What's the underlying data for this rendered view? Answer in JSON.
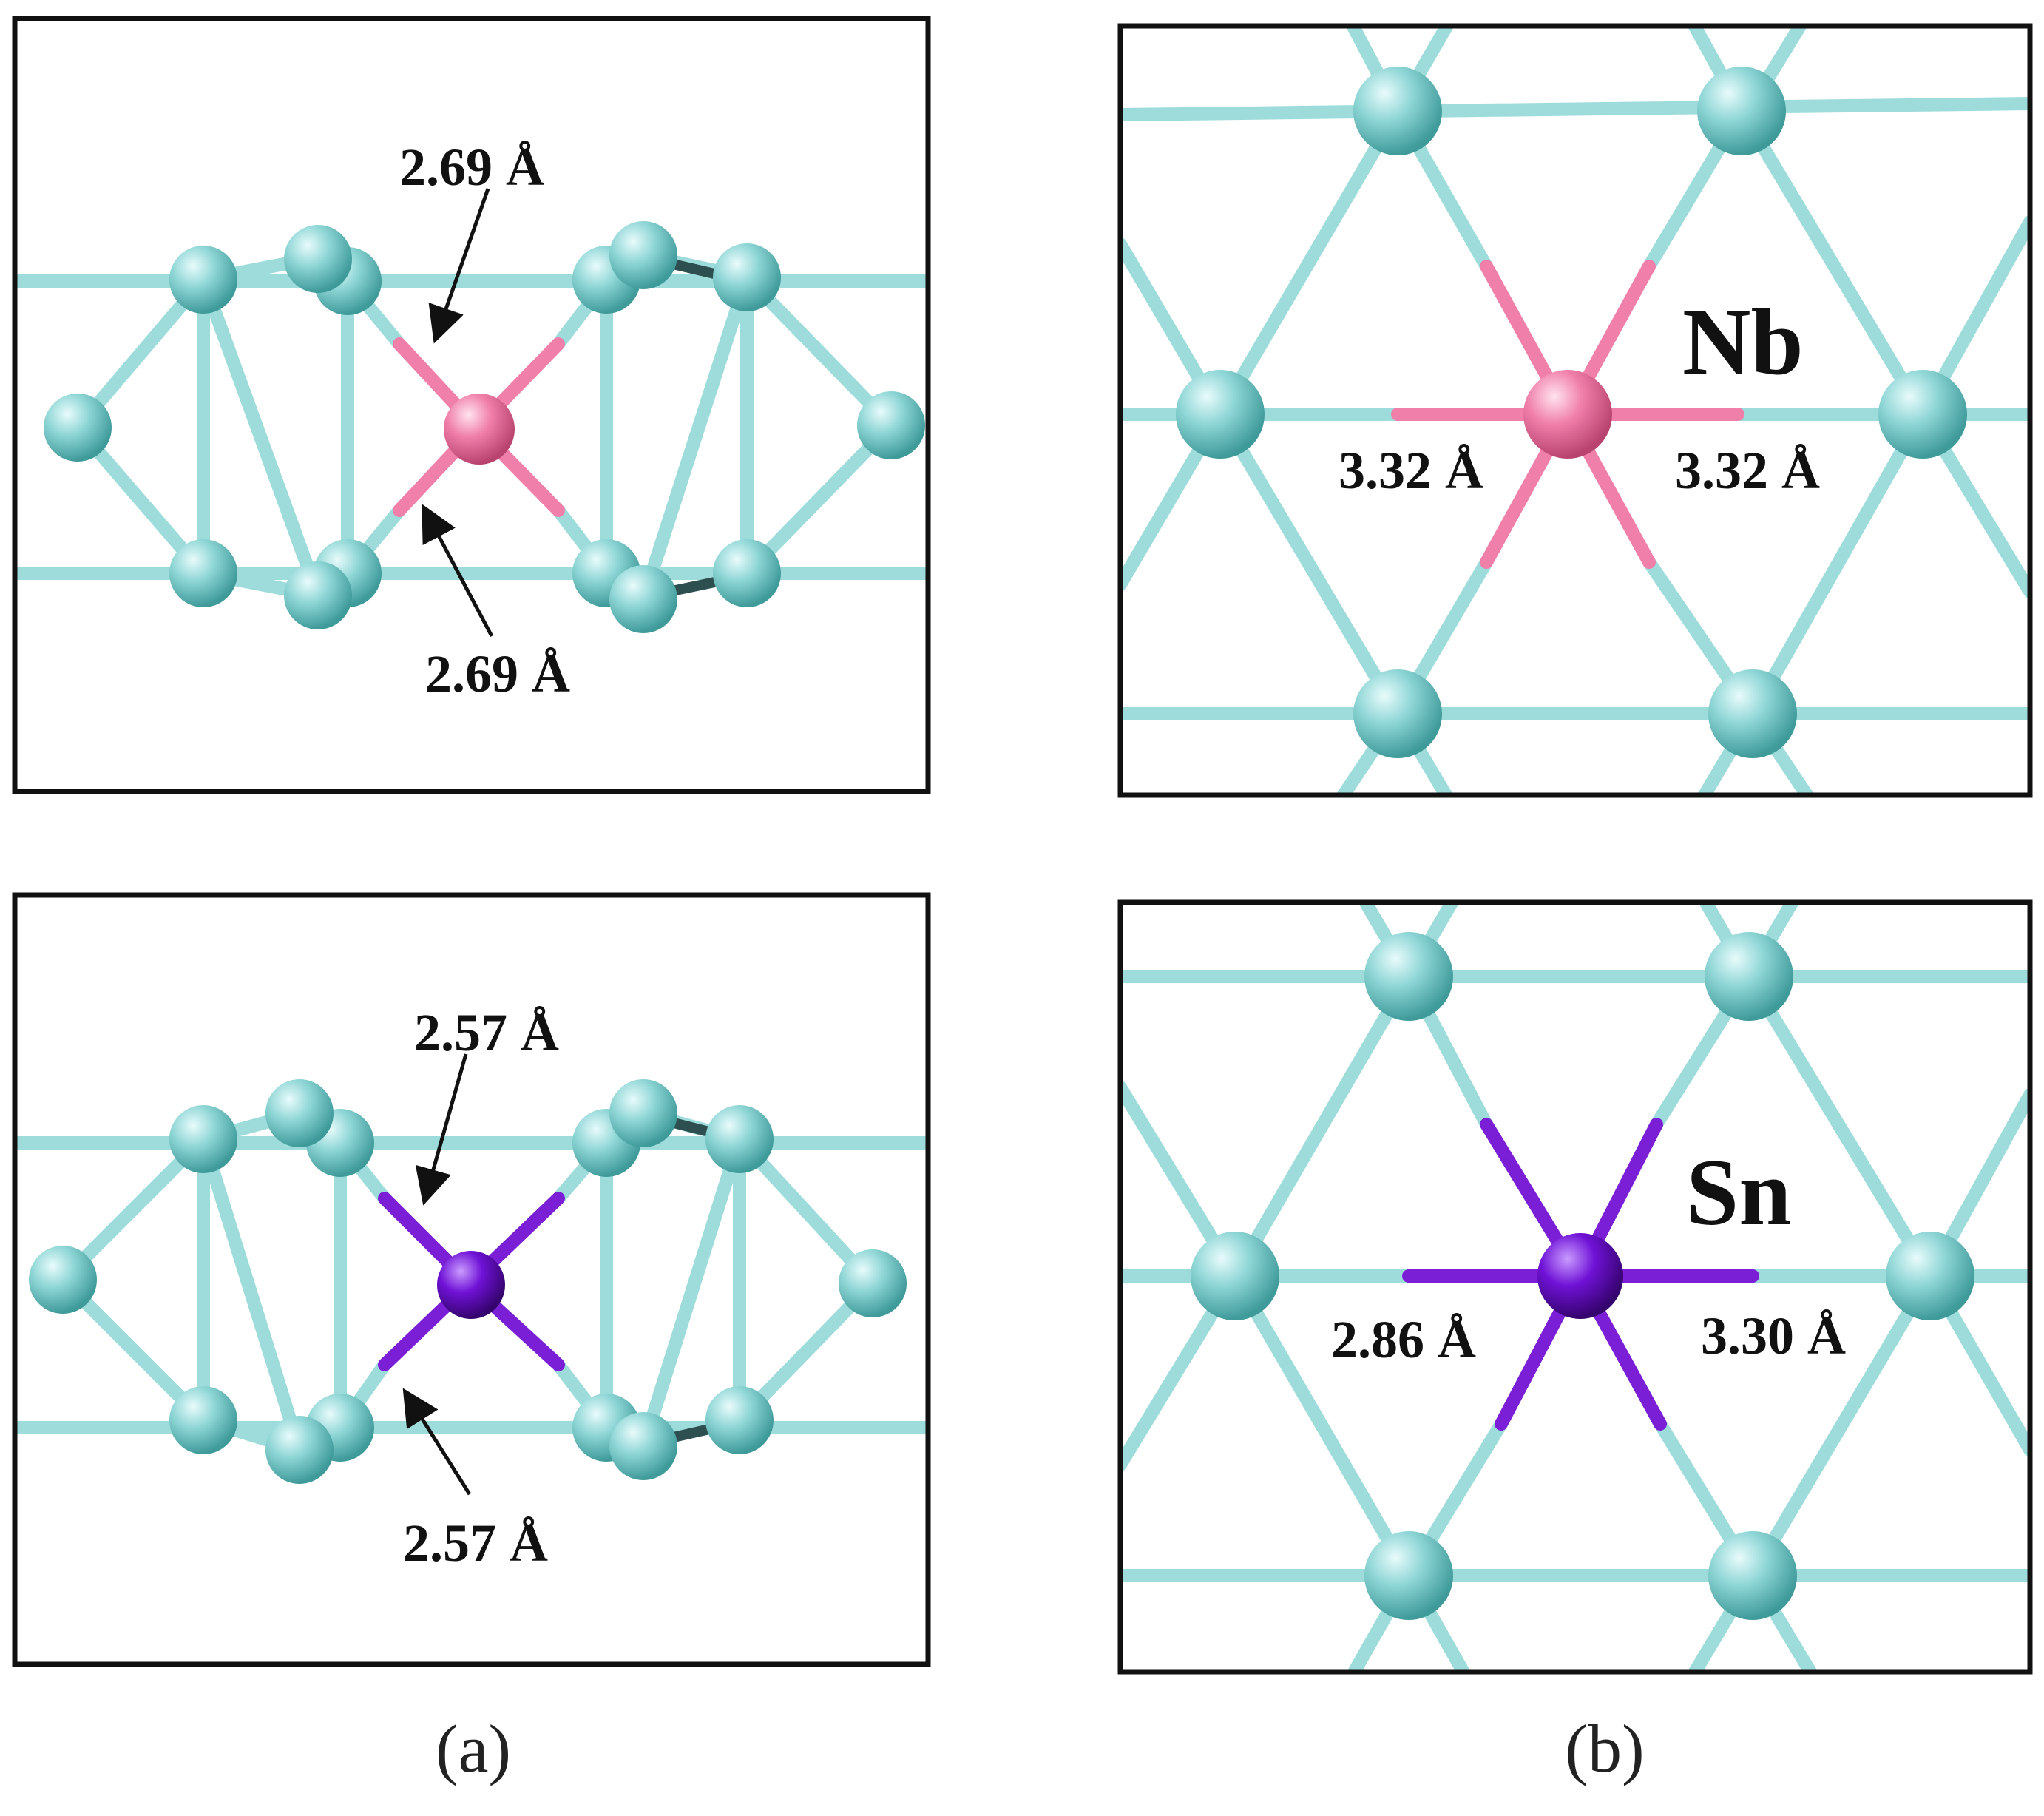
{
  "colors": {
    "background": "#ffffff",
    "frame": "#111111",
    "atom_host": "#7ecfcf",
    "bond_host": "#9edcdc",
    "dopant_nb": "#f07faa",
    "dopant_sn": "#7a1fd6",
    "arrow": "#111111"
  },
  "panels": {
    "a_top": {
      "bond_upper": "2.69 Å",
      "bond_lower": "2.69 Å"
    },
    "a_bottom": {
      "bond_upper": "2.57 Å",
      "bond_lower": "2.57 Å"
    },
    "b_top": {
      "element": "Nb",
      "bond_left": "3.32 Å",
      "bond_right": "3.32 Å"
    },
    "b_bottom": {
      "element": "Sn",
      "bond_left": "2.86 Å",
      "bond_right": "3.30 Å"
    }
  },
  "captions": {
    "a": "(a)",
    "b": "(b)"
  }
}
